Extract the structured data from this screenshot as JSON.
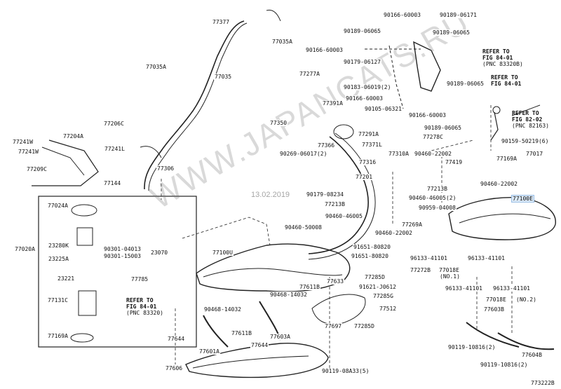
{
  "watermark": "WWW.JAPANCATS.RU",
  "date_stamp": "13.02.2019",
  "diagram_code": "773222B",
  "refs": [
    {
      "l1": "REFER TO",
      "l2": "FIG 84-01",
      "l3": "(PNC 83320B)"
    },
    {
      "l1": "REFER TO",
      "l2": "FIG 84-01",
      "l3": ""
    },
    {
      "l1": "REFER TO",
      "l2": "FIG 82-02",
      "l3": "(PNC 82163)"
    },
    {
      "l1": "REFER TO",
      "l2": "FIG 84-01",
      "l3": "(PNC 83320)"
    }
  ],
  "labels": [
    "77377",
    "77035A",
    "77035A",
    "77035",
    "90166-60003",
    "90189-06171",
    "90189-06065",
    "90189-06065",
    "90166-60003",
    "90179-06127",
    "77277A",
    "90183-06019(2)",
    "90166-60003",
    "90189-06065",
    "77391A",
    "90105-06321",
    "90166-60003",
    "90189-06065",
    "77350",
    "77291A",
    "77278C",
    "77366",
    "77371L",
    "90269-06017(2)",
    "77310A",
    "77316",
    "77206C",
    "77204A",
    "77241W",
    "77241L",
    "77241W",
    "77209C",
    "77306",
    "77144",
    "90159-50219(6)",
    "77017",
    "77169A",
    "90460-22002",
    "77419",
    "77201",
    "90460-22002",
    "90179-08234",
    "77213B",
    "90460-46005(2)",
    "77100E",
    "90959-04008",
    "77213B",
    "90460-46005",
    "90460-50008",
    "90460-22002",
    "77269A",
    "91651-80820",
    "91651-80820",
    "77024A",
    "77020A",
    "23280K",
    "90301-04013",
    "90301-15003",
    "23070",
    "23225A",
    "23221",
    "77785",
    "77131C",
    "77169A",
    "77100U",
    "77272B",
    "77018E",
    "(NO.1)",
    "96133-41101",
    "96133-41101",
    "96133-41101",
    "96133-41101",
    "77018E",
    "(NO.2)",
    "77633",
    "77611B",
    "91621-J0612",
    "77285D",
    "77285G",
    "77512",
    "77697",
    "77285D",
    "90468-14032",
    "90468-14032",
    "77611B",
    "77603A",
    "77644",
    "77601A",
    "77644",
    "77603B",
    "90119-10816(2)",
    "77604B",
    "90119-10816(2)",
    "77606",
    "90119-08A33(5)"
  ]
}
